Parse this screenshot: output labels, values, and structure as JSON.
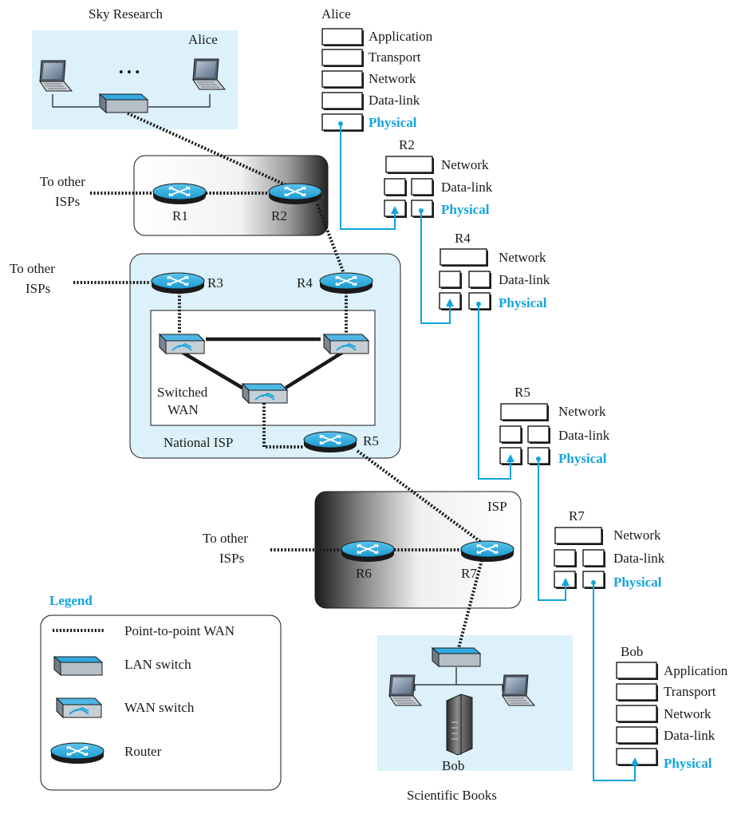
{
  "networks": {
    "sky_research": "Sky Research",
    "alice_host": "Alice",
    "national_isp": "National ISP",
    "switched_wan": [
      "Switched",
      "WAN"
    ],
    "isp": "ISP",
    "bob_host": "Bob",
    "scientific_books": "Scientific Books",
    "ellipsis": "• • •"
  },
  "external": {
    "to_other_isps_1": [
      "To other",
      "ISPs"
    ],
    "to_other_isps_2": [
      "To other",
      "ISPs"
    ],
    "to_other_isps_3": [
      "To other",
      "ISPs"
    ]
  },
  "routers": {
    "r1": "R1",
    "r2": "R2",
    "r3": "R3",
    "r4": "R4",
    "r5": "R5",
    "r6": "R6",
    "r7": "R7"
  },
  "stacks": {
    "alice": {
      "title": "Alice",
      "layers": [
        "Application",
        "Transport",
        "Network",
        "Data-link",
        "Physical"
      ]
    },
    "r2": {
      "title": "R2",
      "layers": [
        "Network",
        "Data-link",
        "Physical"
      ]
    },
    "r4": {
      "title": "R4",
      "layers": [
        "Network",
        "Data-link",
        "Physical"
      ]
    },
    "r5": {
      "title": "R5",
      "layers": [
        "Network",
        "Data-link",
        "Physical"
      ]
    },
    "r7": {
      "title": "R7",
      "layers": [
        "Network",
        "Data-link",
        "Physical"
      ]
    },
    "bob": {
      "title": "Bob",
      "layers": [
        "Application",
        "Transport",
        "Network",
        "Data-link",
        "Physical"
      ]
    }
  },
  "legend": {
    "title": "Legend",
    "items": [
      "Point-to-point WAN",
      "LAN switch",
      "WAN switch",
      "Router"
    ]
  },
  "colors": {
    "accent": "#13a4dc",
    "network_bg": "#dcf1fa",
    "router_fill": "#29a9dd"
  }
}
